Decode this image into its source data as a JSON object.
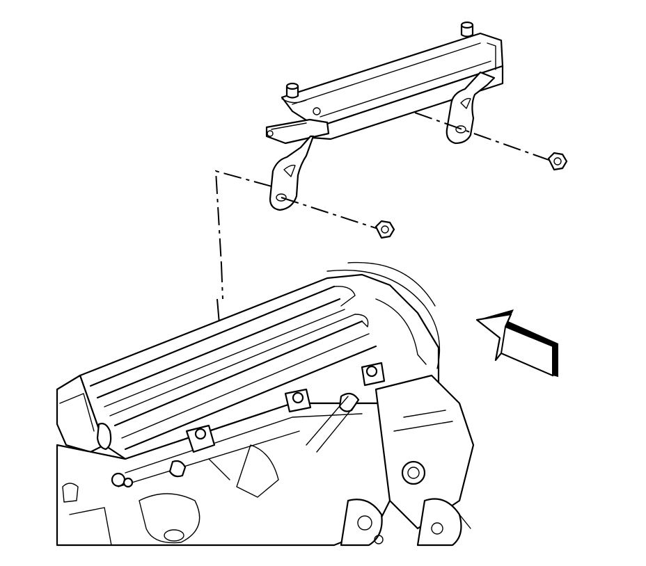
{
  "diagram": {
    "parts": [
      {
        "id": "bracket",
        "icon": "mounting-bracket"
      },
      {
        "id": "nut-right",
        "icon": "hex-nut"
      },
      {
        "id": "nut-left",
        "icon": "hex-nut"
      },
      {
        "id": "engine",
        "icon": "engine-assembly"
      },
      {
        "id": "view-arrow",
        "icon": "direction-arrow"
      }
    ],
    "colors": {
      "line": "#000000",
      "background": "#ffffff"
    }
  }
}
